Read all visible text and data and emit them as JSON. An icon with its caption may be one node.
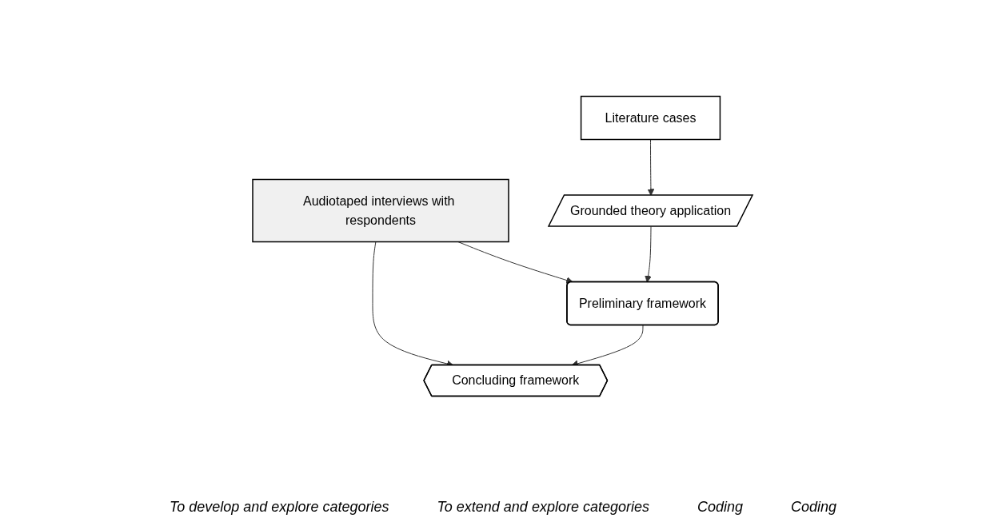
{
  "diagram": {
    "nodes": [
      {
        "text": [
          "Literature cases"
        ]
      },
      {
        "text": [
          "Audiotaped interviews with respondents"
        ]
      },
      {
        "text": [
          "Grounded theory application"
        ]
      },
      {
        "text": [
          "Preliminary framework"
        ]
      },
      {
        "text": [
          "Concluding framework"
        ]
      }
    ],
    "edges": [
      {
        "from": 0,
        "to": 2,
        "arrow": "to"
      },
      {
        "from": 1,
        "to": 3,
        "arrow": "to"
      },
      {
        "from": 1,
        "to": 4,
        "arrow": "to"
      },
      {
        "from": 2,
        "to": 3,
        "arrow": "to"
      },
      {
        "from": 3,
        "to": 4,
        "arrow": "to"
      }
    ],
    "labels": [
      "To develop and explore categories",
      "To extend and explore categories",
      "Coding",
      "Coding"
    ]
  }
}
